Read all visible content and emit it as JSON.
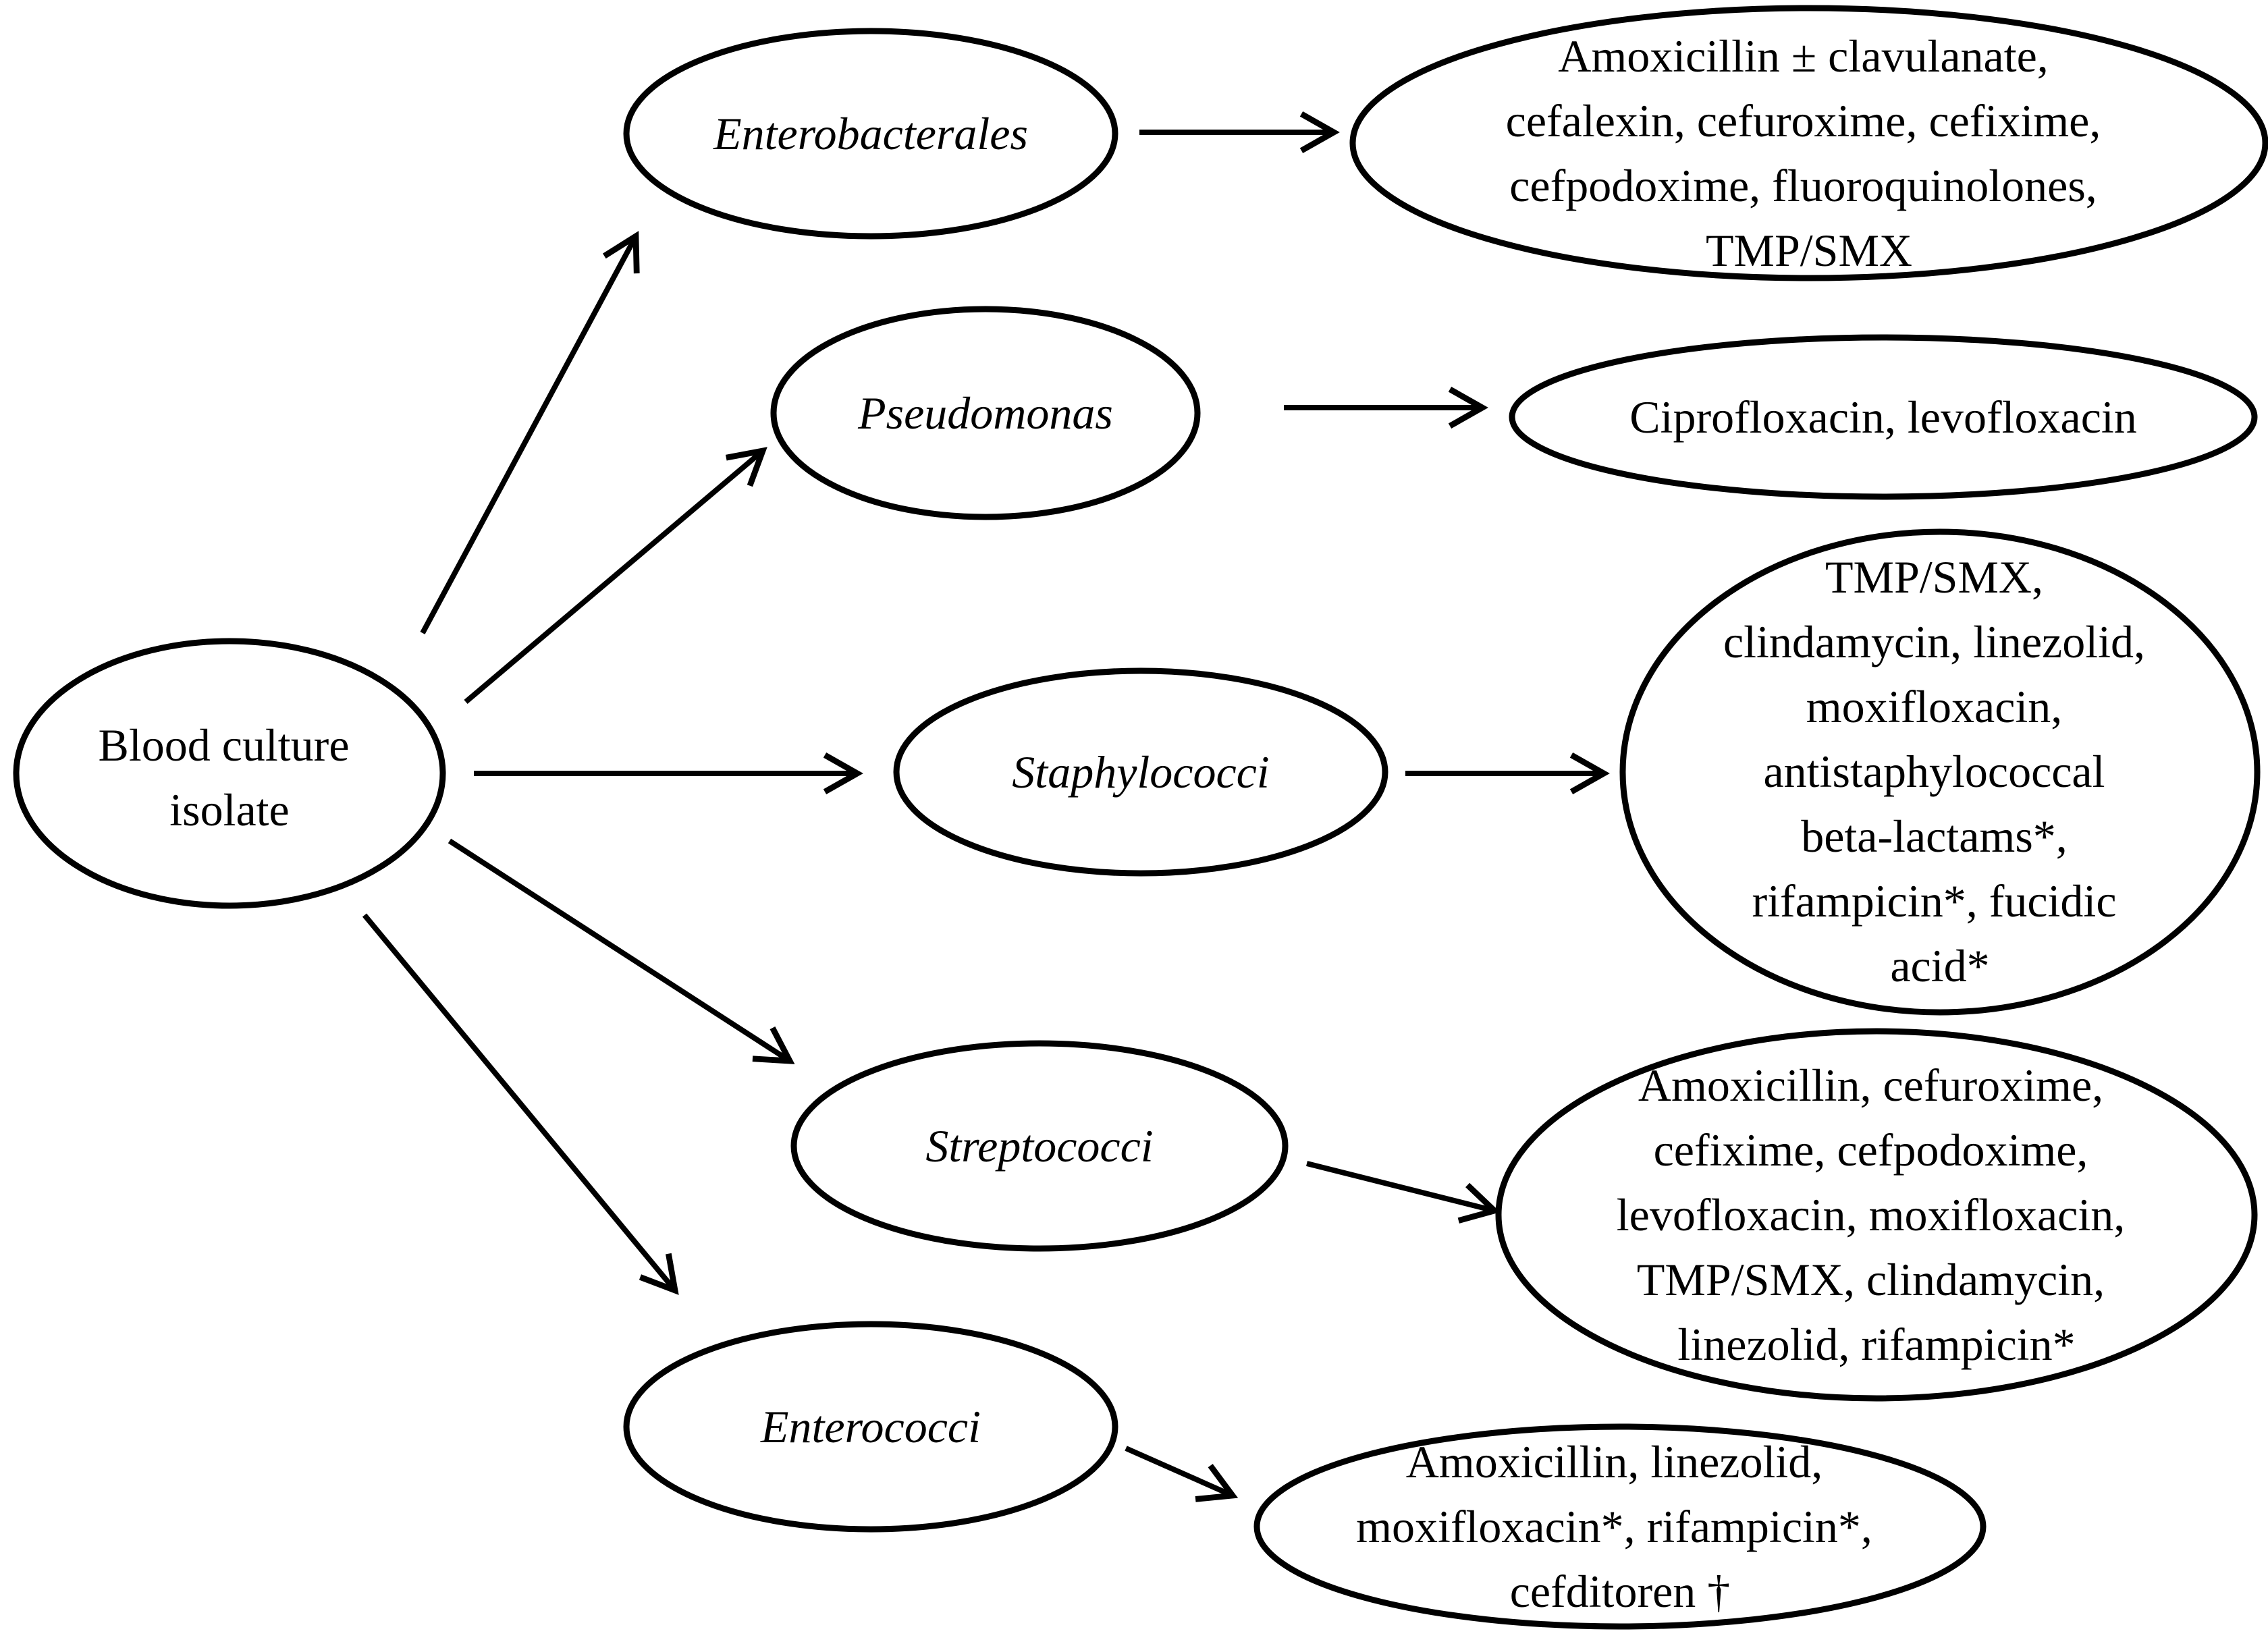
{
  "root": {
    "lines": [
      "Blood culture",
      "isolate"
    ]
  },
  "organisms": [
    {
      "id": "enterobacterales",
      "label": "Enterobacterales"
    },
    {
      "id": "pseudomonas",
      "label": "Pseudomonas"
    },
    {
      "id": "staphylococci",
      "label": "Staphylococci"
    },
    {
      "id": "streptococci",
      "label": "Streptococci"
    },
    {
      "id": "enterococci",
      "label": "Enterococci"
    }
  ],
  "treatments": [
    {
      "id": "enterobacterales",
      "lines": [
        "Amoxicillin ± clavulanate,",
        "cefalexin, cefuroxime, cefixime,",
        "cefpodoxime, fluoroquinolones,",
        "TMP/SMX"
      ]
    },
    {
      "id": "pseudomonas",
      "lines": [
        "Ciprofloxacin, levofloxacin"
      ]
    },
    {
      "id": "staphylococci",
      "lines": [
        "TMP/SMX,",
        "clindamycin, linezolid,",
        "moxifloxacin,",
        "antistaphylococcal",
        "beta-lactams*,",
        "rifampicin*, fucidic",
        "acid*"
      ]
    },
    {
      "id": "streptococci",
      "lines": [
        "Amoxicillin, cefuroxime,",
        "cefixime, cefpodoxime,",
        "levofloxacin, moxifloxacin,",
        "TMP/SMX, clindamycin,",
        "linezolid, rifampicin*"
      ]
    },
    {
      "id": "enterococci",
      "lines": [
        "Amoxicillin, linezolid,",
        "moxifloxacin*, rifampicin*,",
        "cefditoren †"
      ]
    }
  ]
}
